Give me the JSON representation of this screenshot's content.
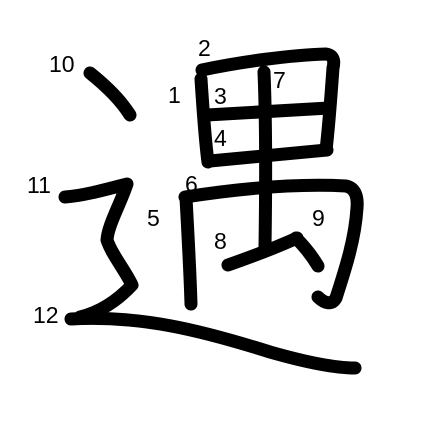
{
  "character": "遇",
  "stroke_color": "#000000",
  "background": "#ffffff",
  "stroke_numbers": [
    "1",
    "2",
    "3",
    "4",
    "5",
    "6",
    "7",
    "8",
    "9",
    "10",
    "11",
    "12"
  ]
}
